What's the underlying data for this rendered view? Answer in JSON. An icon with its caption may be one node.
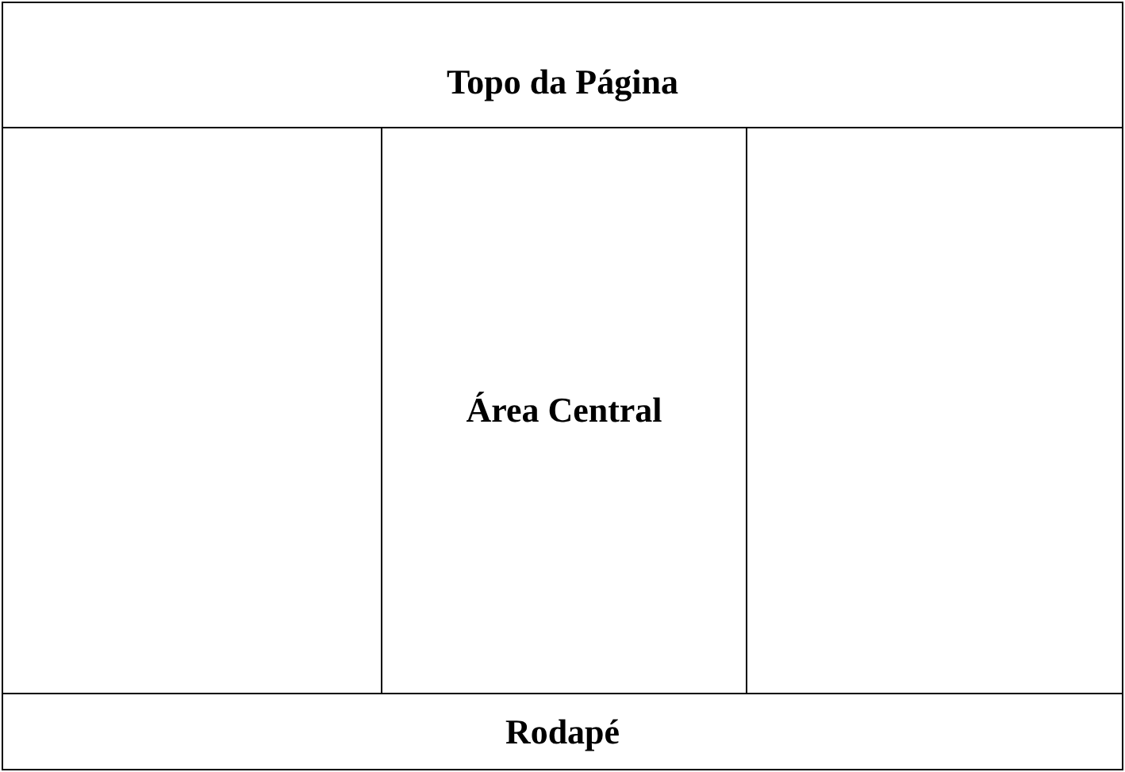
{
  "diagram": {
    "nodes": [
      {
        "text": [
          "Topo da Página"
        ]
      },
      {
        "text": [],
        "shape": "box"
      },
      {
        "text": [
          "Área Central"
        ]
      },
      {
        "text": [],
        "shape": "box"
      },
      {
        "text": [
          "Rodapé"
        ]
      }
    ]
  }
}
